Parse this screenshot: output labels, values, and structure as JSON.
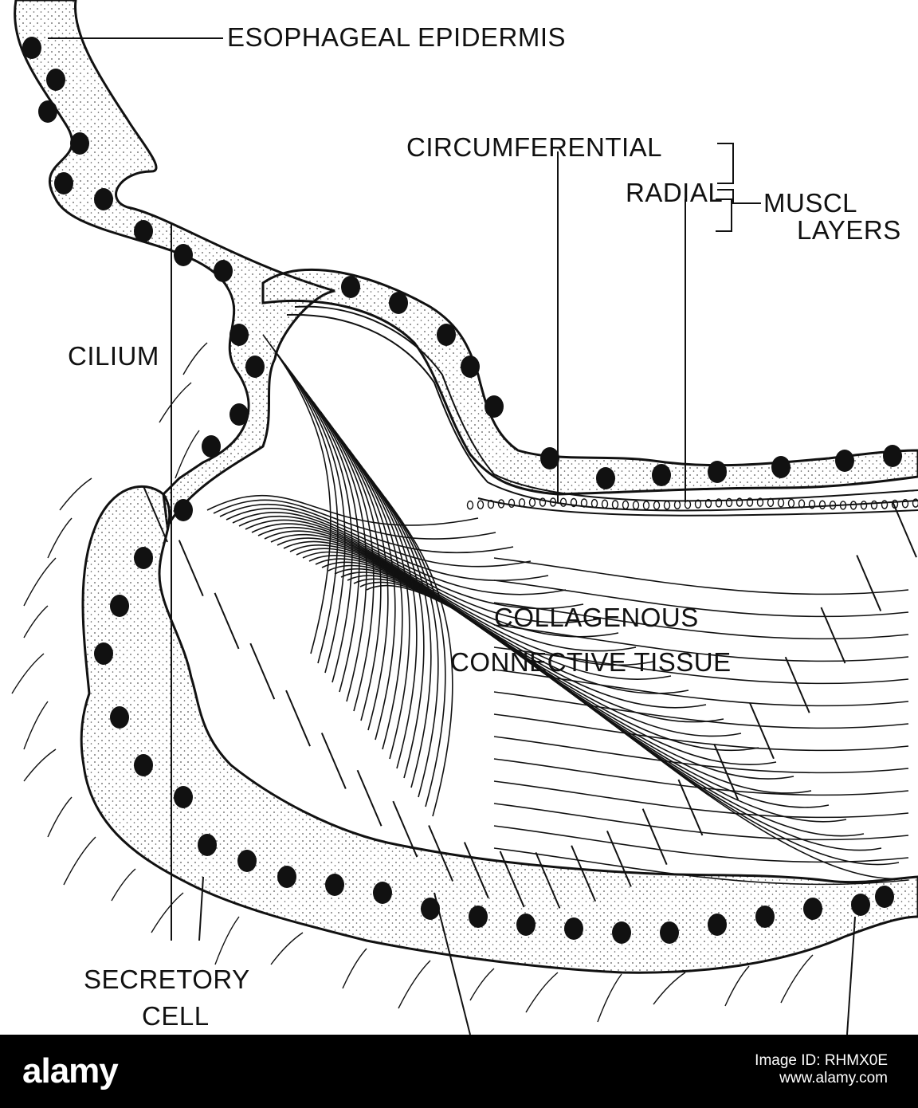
{
  "diagram": {
    "labels": {
      "esophageal_epidermis": "ESOPHAGEAL EPIDERMIS",
      "circumferential": "CIRCUMFERENTIAL",
      "radial": "RADIAL",
      "muscle_layers_1": "MUSCL",
      "muscle_layers_2": "LAYERS",
      "cilium": "CILIUM",
      "collagenous_1": "COLLAGENOUS",
      "collagenous_2": "CONNECTIVE TISSUE",
      "secretory_1": "SECRETORY",
      "secretory_2": "CELL"
    }
  },
  "footer": {
    "logo": "alamy",
    "image_id_label": "Image ID: RHMX0E",
    "site": "www.alamy.com"
  },
  "colors": {
    "ink": "#111111",
    "stipple": "#555555",
    "background": "#ffffff",
    "footer_bg": "#000000",
    "footer_text": "#ffffff"
  }
}
